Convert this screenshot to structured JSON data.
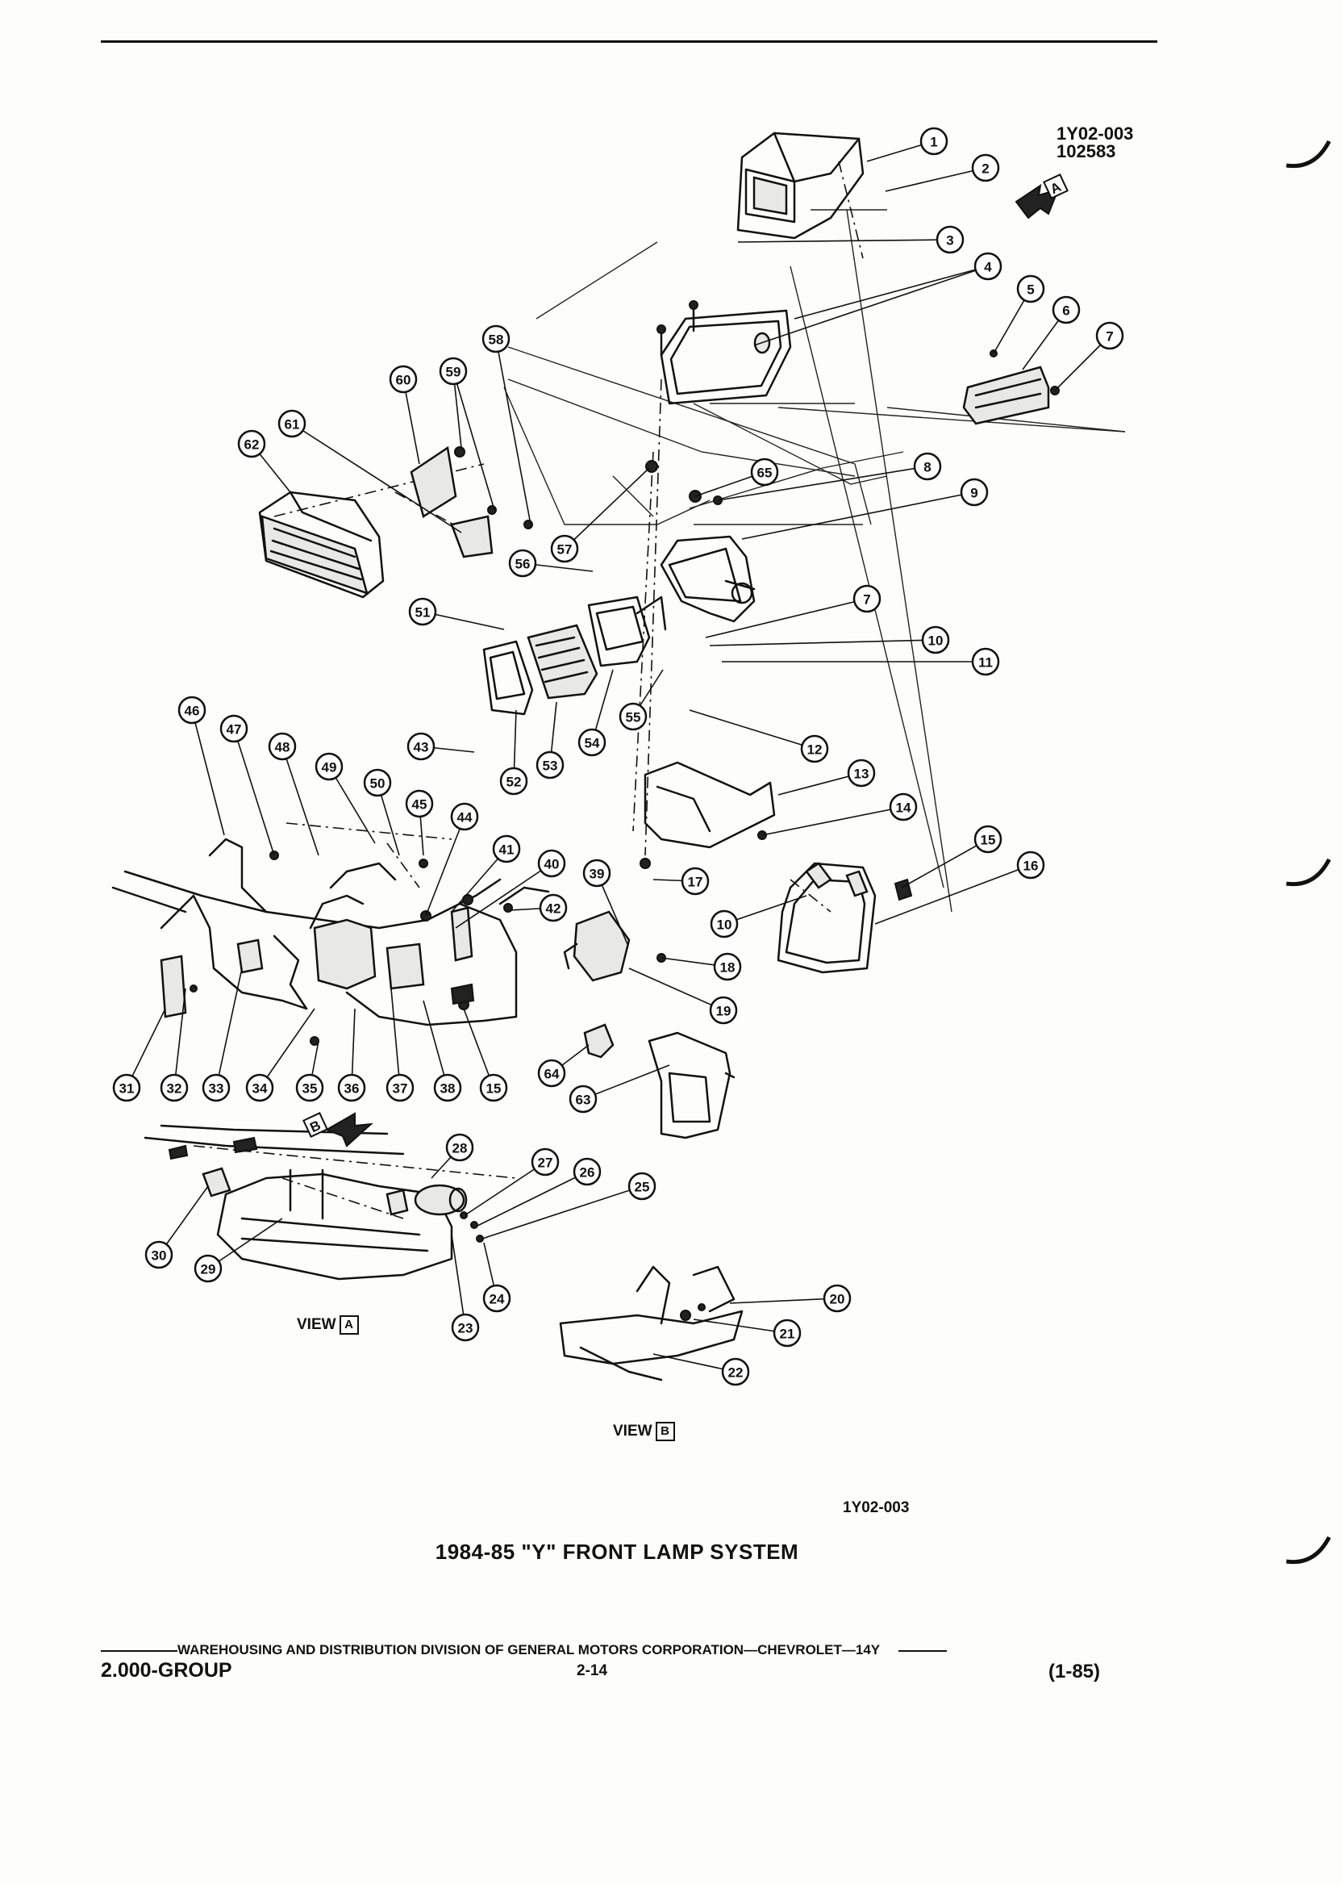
{
  "header": {
    "ref_code": "1Y02-003",
    "ref_number": "102583"
  },
  "view_labels": {
    "view_a_word": "VIEW",
    "view_a_letter": "A",
    "view_b_word": "VIEW",
    "view_b_letter": "B",
    "arrow_a_letter": "A",
    "arrow_b_letter": "B"
  },
  "callouts": [
    "1",
    "2",
    "3",
    "4",
    "5",
    "6",
    "7",
    "8",
    "9",
    "7",
    "10",
    "11",
    "12",
    "13",
    "14",
    "15",
    "16",
    "17",
    "10",
    "18",
    "19",
    "20",
    "21",
    "22",
    "23",
    "24",
    "25",
    "26",
    "27",
    "28",
    "29",
    "30",
    "31",
    "32",
    "33",
    "34",
    "35",
    "36",
    "37",
    "38",
    "15",
    "39",
    "40",
    "41",
    "42",
    "43",
    "44",
    "45",
    "46",
    "47",
    "48",
    "49",
    "50",
    "51",
    "52",
    "53",
    "54",
    "55",
    "56",
    "57",
    "58",
    "59",
    "60",
    "61",
    "62",
    "63",
    "64",
    "65"
  ],
  "figure": {
    "id": "1Y02-003",
    "title": "1984-85 \"Y\" FRONT LAMP SYSTEM"
  },
  "footer": {
    "publisher": "WAREHOUSING AND DISTRIBUTION  DIVISION OF GENERAL MOTORS CORPORATION—CHEVROLET—14Y",
    "group": "2.000-GROUP",
    "page": "2-14",
    "date": "(1-85)"
  }
}
